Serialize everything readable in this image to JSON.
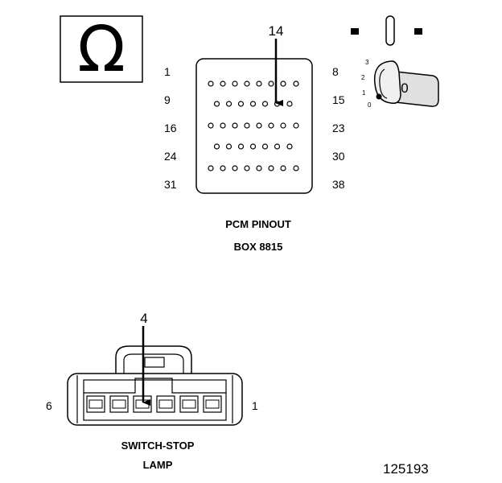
{
  "ohm_symbol": "Ω",
  "pcm": {
    "callout": "14",
    "row_start_labels": [
      "1",
      "9",
      "16",
      "24",
      "31"
    ],
    "row_end_labels": [
      "8",
      "15",
      "23",
      "30",
      "38"
    ],
    "row_pin_counts": [
      8,
      7,
      8,
      7,
      8
    ],
    "caption_line1": "PCM PINOUT",
    "caption_line2": "BOX 8815"
  },
  "ignition_key": {
    "positions": [
      "3",
      "2",
      "1",
      "0"
    ],
    "active_position": "0",
    "key_mark": "0"
  },
  "switch_connector": {
    "callout": "4",
    "left_pin_label": "6",
    "right_pin_label": "1",
    "terminal_count": 6,
    "caption_line1": "SWITCH-STOP",
    "caption_line2": "LAMP"
  },
  "figure_number": "125193"
}
